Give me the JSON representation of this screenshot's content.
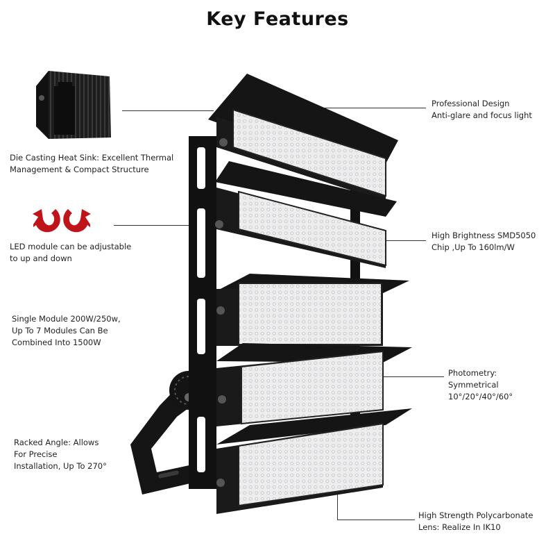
{
  "title": "Key Features",
  "features": {
    "heat_sink": "Die Casting Heat Sink: Excellent Thermal\nManagement & Compact Structure",
    "adjustable": "LED module can be adjustable\nto up and down",
    "single_module": "Single Module 200W/250w,\nUp To 7 Modules Can Be\nCombined Into 1500W",
    "racked_angle": "Racked Angle: Allows\nFor Precise\nInstallation, Up To 270°",
    "professional_design": "Professional Design\nAnti-glare and focus light",
    "high_brightness": "High Brightness SMD5050\nChip ,Up To 160lm/W",
    "photometry": "Photometry:\nSymmetrical\n10°/20°/40°/60°",
    "polycarbonate": "High Strength Polycarbonate\nLens: Realize In IK10"
  },
  "colors": {
    "arrow_red": "#c0141b",
    "housing": "#161616",
    "lens": "#e9e9ea"
  },
  "icons": [
    "heat-sink-thumbnail",
    "up-down-arrows-icon"
  ]
}
